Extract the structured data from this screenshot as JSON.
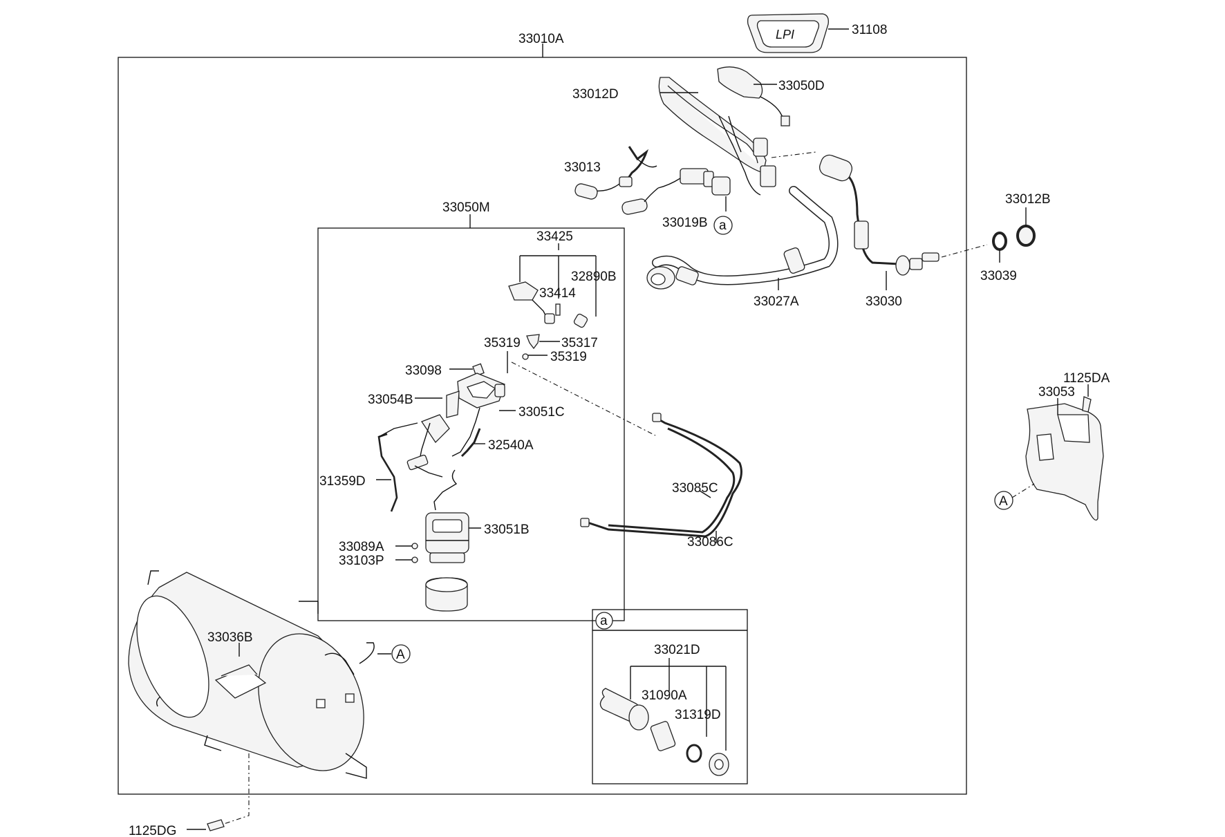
{
  "diagram": {
    "labels": {
      "p31108": "31108",
      "p33010A": "33010A",
      "p33050D": "33050D",
      "p33012D": "33012D",
      "p33013": "33013",
      "p33019B": "33019B",
      "p33050M": "33050M",
      "p33425": "33425",
      "p32890B": "32890B",
      "p33414": "33414",
      "p35319a": "35319",
      "p35317": "35317",
      "p35319b": "35319",
      "p33098": "33098",
      "p33054B": "33054B",
      "p33051C": "33051C",
      "p32540A": "32540A",
      "p31359D": "31359D",
      "p33051B": "33051B",
      "p33089A": "33089A",
      "p33103P": "33103P",
      "p33027A": "33027A",
      "p33030": "33030",
      "p33012B": "33012B",
      "p33039": "33039",
      "p1125DA": "1125DA",
      "p33053": "33053",
      "p33085C": "33085C",
      "p33086C": "33086C",
      "p33036B": "33036B",
      "p33021D": "33021D",
      "p31090A": "31090A",
      "p31319D": "31319D",
      "p1125DG": "1125DG"
    },
    "callouts": {
      "a_small": "a",
      "a_box": "a",
      "A_tank": "A",
      "A_shield": "A"
    },
    "emblem_text": "LPI"
  }
}
